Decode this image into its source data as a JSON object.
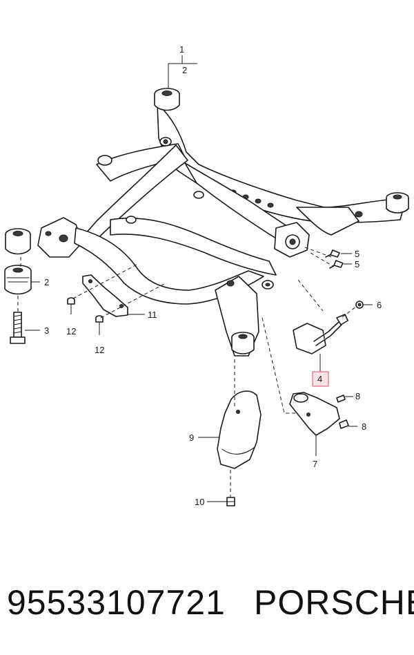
{
  "callouts": [
    {
      "id": "c1",
      "text": "1"
    },
    {
      "id": "c2a",
      "text": "2"
    },
    {
      "id": "c2b",
      "text": "2"
    },
    {
      "id": "c3",
      "text": "3"
    },
    {
      "id": "c4",
      "text": "4",
      "highlighted": true
    },
    {
      "id": "c5a",
      "text": "5"
    },
    {
      "id": "c5b",
      "text": "5"
    },
    {
      "id": "c6",
      "text": "6"
    },
    {
      "id": "c7",
      "text": "7"
    },
    {
      "id": "c8a",
      "text": "8"
    },
    {
      "id": "c8b",
      "text": "8"
    },
    {
      "id": "c9",
      "text": "9"
    },
    {
      "id": "c10",
      "text": "10"
    },
    {
      "id": "c11",
      "text": "11"
    },
    {
      "id": "c12a",
      "text": "12"
    },
    {
      "id": "c12b",
      "text": "12"
    }
  ],
  "footer": {
    "part_number": "95533107721",
    "brand": "PORSCHE"
  },
  "colors": {
    "line": "#1a1a1a",
    "highlight_fill": "#fbe3e6",
    "highlight_stroke": "#d9707e"
  }
}
